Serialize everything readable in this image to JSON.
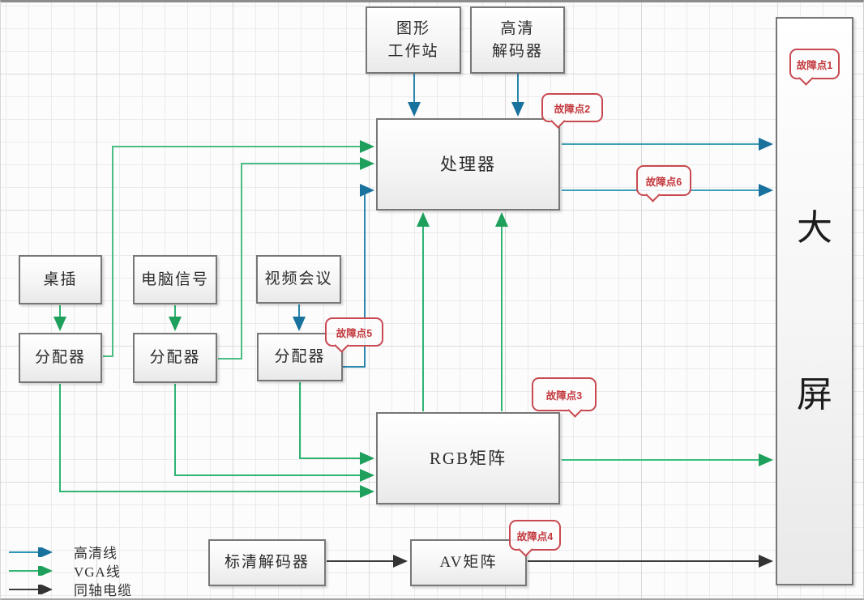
{
  "nodes": {
    "graphics_workstation": {
      "label": "图形\n工作站"
    },
    "hd_decoder": {
      "label": "高清\n解码器"
    },
    "processor": {
      "label": "处理器"
    },
    "desk_socket": {
      "label": "桌插"
    },
    "pc_signal": {
      "label": "电脑信号"
    },
    "video_conference": {
      "label": "视频会议"
    },
    "distributor_1": {
      "label": "分配器"
    },
    "distributor_2": {
      "label": "分配器"
    },
    "distributor_3": {
      "label": "分配器"
    },
    "rgb_matrix": {
      "label": "RGB矩阵"
    },
    "sd_decoder": {
      "label": "标清解码器"
    },
    "av_matrix": {
      "label": "AV矩阵"
    },
    "big_screen": {
      "char1": "大",
      "char2": "屏"
    }
  },
  "callouts": {
    "fault1": {
      "label": "故障点1"
    },
    "fault2": {
      "label": "故障点2"
    },
    "fault3": {
      "label": "故障点3"
    },
    "fault4": {
      "label": "故障点4"
    },
    "fault5": {
      "label": "故障点5"
    },
    "fault6": {
      "label": "故障点6"
    }
  },
  "legend": {
    "items": [
      {
        "id": "hd-line",
        "label": "高清线",
        "color": "#2f95b4"
      },
      {
        "id": "vga-line",
        "label": "VGA线",
        "color": "#2fb474"
      },
      {
        "id": "coax-line",
        "label": "同轴电缆",
        "color": "#3c3c3c"
      }
    ]
  },
  "colors": {
    "hd_line": "#2f95b4",
    "vga_line": "#2fb474",
    "coax_line": "#3c3c3c",
    "fault_callout": "#c2383d"
  }
}
